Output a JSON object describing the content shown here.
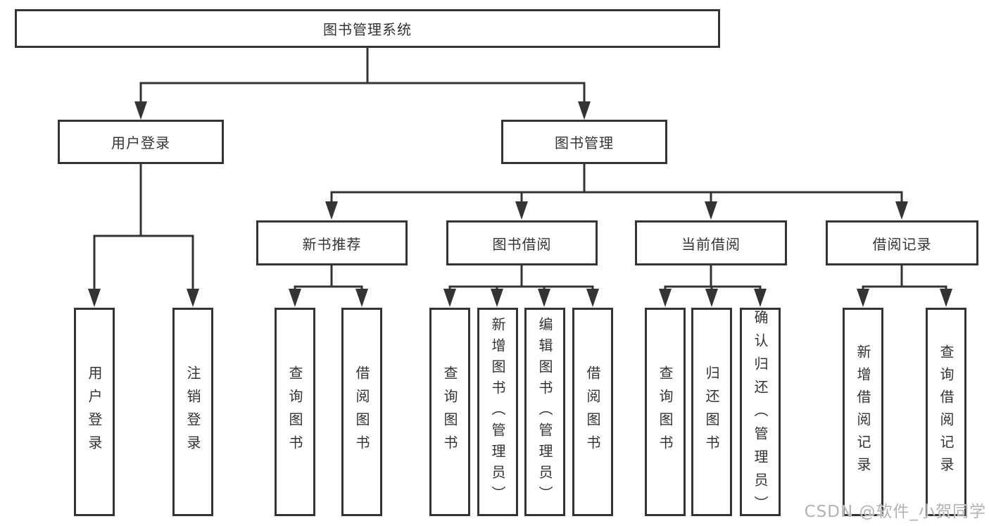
{
  "diagram": {
    "type": "hierarchy",
    "title": "图书管理系统",
    "nodes": {
      "root": {
        "label": "图书管理系统",
        "level": 1,
        "parent": null
      },
      "user_login": {
        "label": "用户登录",
        "level": 2,
        "parent": "root"
      },
      "book_management": {
        "label": "图书管理",
        "level": 2,
        "parent": "root"
      },
      "new_book_recommend": {
        "label": "新书推荐",
        "level": 3,
        "parent": "book_management"
      },
      "book_borrow": {
        "label": "图书借阅",
        "level": 3,
        "parent": "book_management"
      },
      "current_borrow": {
        "label": "当前借阅",
        "level": 3,
        "parent": "book_management"
      },
      "borrow_records": {
        "label": "借阅记录",
        "level": 3,
        "parent": "book_management"
      },
      "leaf_user_login": {
        "label": "用户登录",
        "level": 4,
        "parent": "user_login"
      },
      "leaf_logout": {
        "label": "注销登录",
        "level": 4,
        "parent": "user_login"
      },
      "leaf_rec_query_book": {
        "label": "查询图书",
        "level": 4,
        "parent": "new_book_recommend"
      },
      "leaf_rec_borrow_book": {
        "label": "借阅图书",
        "level": 4,
        "parent": "new_book_recommend"
      },
      "leaf_bb_query_book": {
        "label": "查询图书",
        "level": 4,
        "parent": "book_borrow"
      },
      "leaf_bb_add_book": {
        "label": "新增图书（管理员）",
        "level": 4,
        "parent": "book_borrow"
      },
      "leaf_bb_edit_book": {
        "label": "编辑图书（管理员）",
        "level": 4,
        "parent": "book_borrow"
      },
      "leaf_bb_borrow_book": {
        "label": "借阅图书",
        "level": 4,
        "parent": "book_borrow"
      },
      "leaf_cb_query_book": {
        "label": "查询图书",
        "level": 4,
        "parent": "current_borrow"
      },
      "leaf_cb_return_book": {
        "label": "归还图书",
        "level": 4,
        "parent": "current_borrow"
      },
      "leaf_cb_confirm_return": {
        "label": "确认归还（管理员）",
        "level": 4,
        "parent": "current_borrow"
      },
      "leaf_br_add_record": {
        "label": "新增借阅记录",
        "level": 4,
        "parent": "borrow_records"
      },
      "leaf_br_query_record": {
        "label": "查询借阅记录",
        "level": 4,
        "parent": "borrow_records"
      }
    },
    "colors": {
      "line": "#343434",
      "box_border": "#343434",
      "box_fill": "#ffffff",
      "text": "#333333",
      "background": "#ffffff",
      "watermark": "#b3b3b3"
    }
  },
  "watermark": {
    "text": "CSDN @软件_小贺同学"
  }
}
